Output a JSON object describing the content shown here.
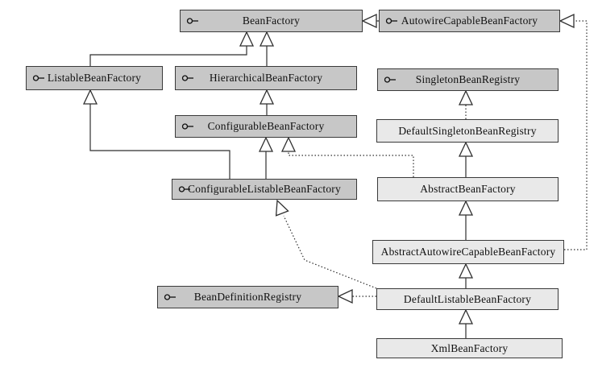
{
  "diagram": {
    "type": "uml-class-diagram",
    "subject": "Spring BeanFactory interface and implementation hierarchy",
    "colors": {
      "interface_fill": "#c7c7c7",
      "class_fill": "#e9e9e9",
      "border": "#3a3a3a",
      "line": "#2f2f2f",
      "background": "#ffffff"
    },
    "nodes": [
      {
        "id": "bean-factory",
        "label": "BeanFactory",
        "kind": "interface",
        "icon": "interface-lollipop-icon"
      },
      {
        "id": "autowire-capable-bean-factory",
        "label": "AutowireCapableBeanFactory",
        "kind": "interface",
        "icon": "interface-lollipop-icon"
      },
      {
        "id": "listable-bean-factory",
        "label": "ListableBeanFactory",
        "kind": "interface",
        "icon": "interface-lollipop-icon"
      },
      {
        "id": "hierarchical-bean-factory",
        "label": "HierarchicalBeanFactory",
        "kind": "interface",
        "icon": "interface-lollipop-icon"
      },
      {
        "id": "singleton-bean-registry",
        "label": "SingletonBeanRegistry",
        "kind": "interface",
        "icon": "interface-lollipop-icon"
      },
      {
        "id": "configurable-bean-factory",
        "label": "ConfigurableBeanFactory",
        "kind": "interface",
        "icon": "interface-lollipop-icon"
      },
      {
        "id": "default-singleton-bean-registry",
        "label": "DefaultSingletonBeanRegistry",
        "kind": "class",
        "icon": null
      },
      {
        "id": "configurable-listable-bean-factory",
        "label": "ConfigurableListableBeanFactory",
        "kind": "interface",
        "icon": "interface-lollipop-icon"
      },
      {
        "id": "abstract-bean-factory",
        "label": "AbstractBeanFactory",
        "kind": "class",
        "icon": null
      },
      {
        "id": "abstract-autowire-capable-bean-factory",
        "label": "AbstractAutowireCapableBeanFactory",
        "kind": "class",
        "icon": null
      },
      {
        "id": "bean-definition-registry",
        "label": "BeanDefinitionRegistry",
        "kind": "interface",
        "icon": "interface-lollipop-icon"
      },
      {
        "id": "default-listable-bean-factory",
        "label": "DefaultListableBeanFactory",
        "kind": "class",
        "icon": null
      },
      {
        "id": "xml-bean-factory",
        "label": "XmlBeanFactory",
        "kind": "class",
        "icon": null
      }
    ],
    "edges": [
      {
        "from": "ListableBeanFactory",
        "to": "BeanFactory",
        "relation": "generalization",
        "line": "solid"
      },
      {
        "from": "HierarchicalBeanFactory",
        "to": "BeanFactory",
        "relation": "generalization",
        "line": "solid"
      },
      {
        "from": "AutowireCapableBeanFactory",
        "to": "BeanFactory",
        "relation": "generalization",
        "line": "solid"
      },
      {
        "from": "ConfigurableBeanFactory",
        "to": "HierarchicalBeanFactory",
        "relation": "generalization",
        "line": "solid"
      },
      {
        "from": "ConfigurableListableBeanFactory",
        "to": "ListableBeanFactory",
        "relation": "generalization",
        "line": "solid"
      },
      {
        "from": "ConfigurableListableBeanFactory",
        "to": "ConfigurableBeanFactory",
        "relation": "generalization",
        "line": "solid"
      },
      {
        "from": "DefaultSingletonBeanRegistry",
        "to": "SingletonBeanRegistry",
        "relation": "realization",
        "line": "dotted"
      },
      {
        "from": "AbstractBeanFactory",
        "to": "ConfigurableBeanFactory",
        "relation": "realization",
        "line": "dotted"
      },
      {
        "from": "AbstractBeanFactory",
        "to": "DefaultSingletonBeanRegistry",
        "relation": "generalization",
        "line": "solid"
      },
      {
        "from": "AbstractAutowireCapableBeanFactory",
        "to": "AbstractBeanFactory",
        "relation": "generalization",
        "line": "solid"
      },
      {
        "from": "AbstractAutowireCapableBeanFactory",
        "to": "AutowireCapableBeanFactory",
        "relation": "realization",
        "line": "dotted"
      },
      {
        "from": "DefaultListableBeanFactory",
        "to": "AbstractAutowireCapableBeanFactory",
        "relation": "generalization",
        "line": "solid"
      },
      {
        "from": "DefaultListableBeanFactory",
        "to": "ConfigurableListableBeanFactory",
        "relation": "realization",
        "line": "dotted"
      },
      {
        "from": "DefaultListableBeanFactory",
        "to": "BeanDefinitionRegistry",
        "relation": "realization",
        "line": "dotted"
      },
      {
        "from": "XmlBeanFactory",
        "to": "DefaultListableBeanFactory",
        "relation": "generalization",
        "line": "solid"
      }
    ]
  }
}
